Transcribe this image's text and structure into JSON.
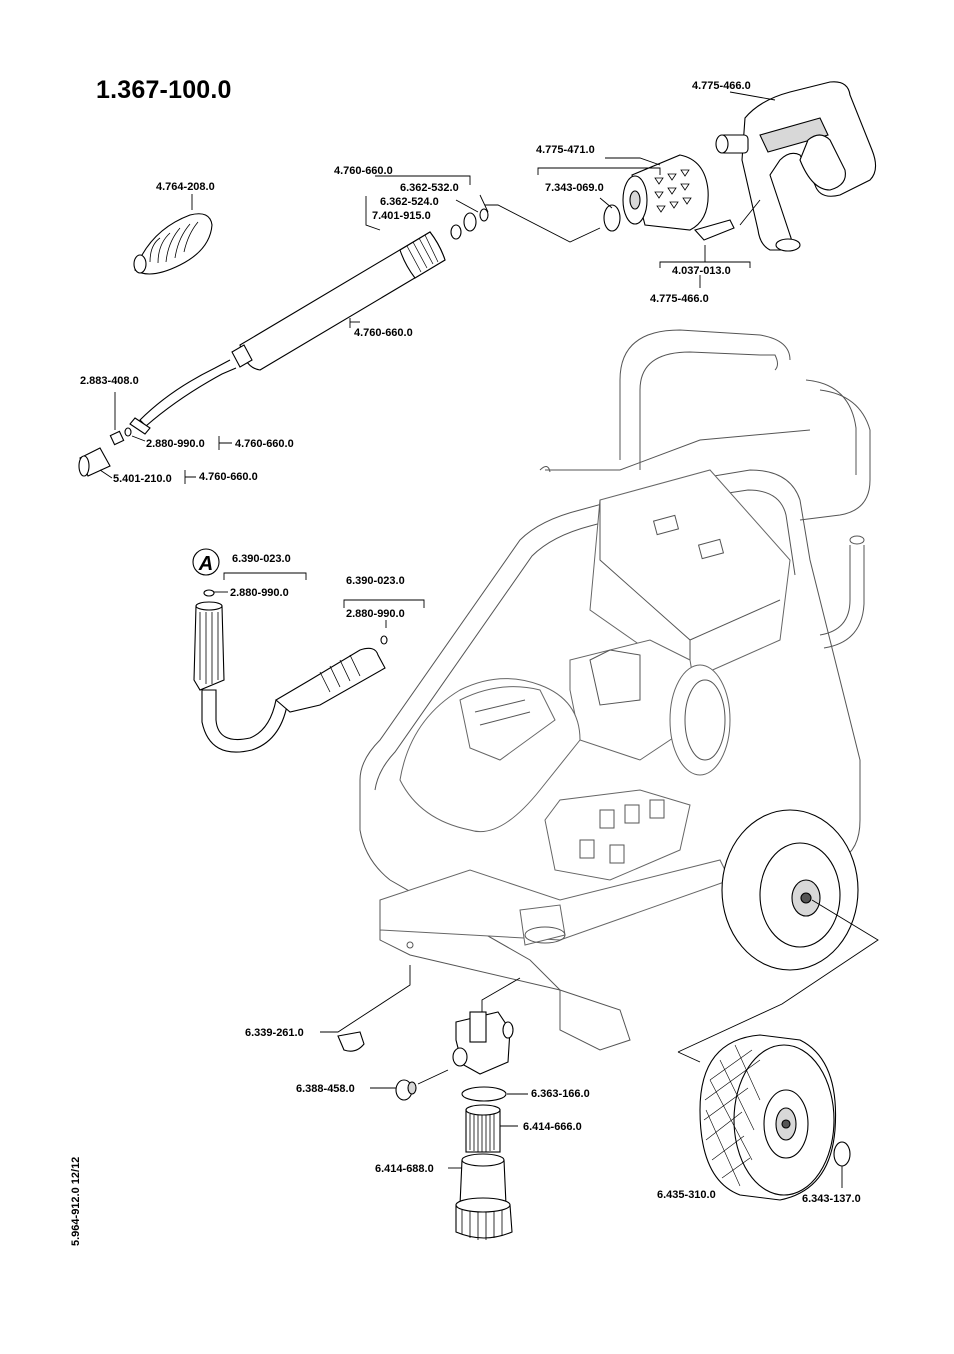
{
  "title": "1.367-100.0",
  "side_note": "5.964-912.0  12/12",
  "detail_marker": "A",
  "labels": {
    "trigger_gun": "4.775-466.0",
    "gun_nozzle": "4.775-471.0",
    "circlip": "7.343-069.0",
    "gun_clip": "4.037-013.0",
    "gun_bottom": "4.775-466.0",
    "lance_top": "4.760-660.0",
    "seal_1": "6.362-532.0",
    "seal_2": "6.362-524.0",
    "oring_1": "7.401-915.0",
    "lance_bottom": "4.760-660.0",
    "rotor_nozzle": "4.764-208.0",
    "nozzle_insert": "2.883-408.0",
    "oring_2": "2.880-990.0",
    "oring_2_ref": "4.760-660.0",
    "nozzle_cap": "5.401-210.0",
    "nozzle_cap_ref": "4.760-660.0",
    "hose_a_1": "6.390-023.0",
    "hose_a_2": "2.880-990.0",
    "hose_b_1": "6.390-023.0",
    "hose_b_2": "2.880-990.0",
    "foot": "6.339-261.0",
    "connector": "6.388-458.0",
    "filter_seal": "6.363-166.0",
    "filter_insert": "6.414-666.0",
    "filter_housing": "6.414-688.0",
    "wheel": "6.435-310.0",
    "hub_cap": "6.343-137.0"
  }
}
